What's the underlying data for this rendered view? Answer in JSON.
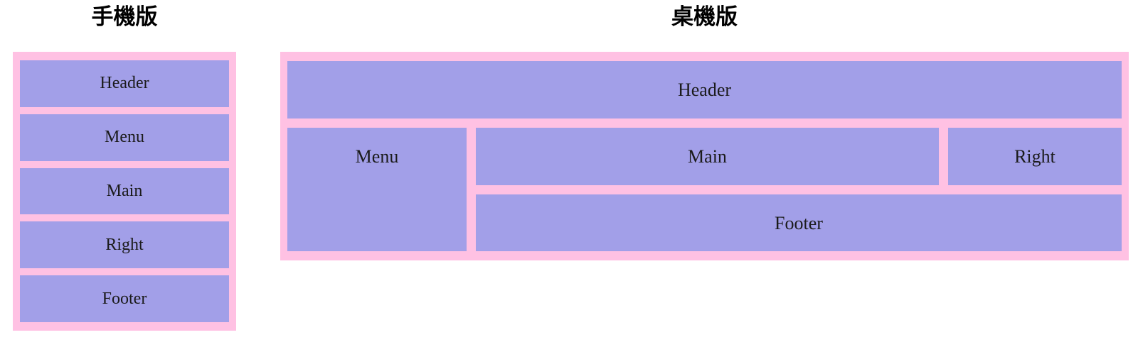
{
  "mobile": {
    "title": "手機版",
    "boxes": [
      {
        "label": "Header"
      },
      {
        "label": "Menu"
      },
      {
        "label": "Main"
      },
      {
        "label": "Right"
      },
      {
        "label": "Footer"
      }
    ]
  },
  "desktop": {
    "title": "桌機版",
    "boxes": [
      {
        "label": "Header"
      },
      {
        "label": "Menu"
      },
      {
        "label": "Main"
      },
      {
        "label": "Right"
      },
      {
        "label": "Footer"
      }
    ]
  },
  "colors": {
    "container_background": "#ffc1e3",
    "box_background": "#a29fe8",
    "box_text": "#1b1b1b",
    "title_text": "#000000"
  }
}
